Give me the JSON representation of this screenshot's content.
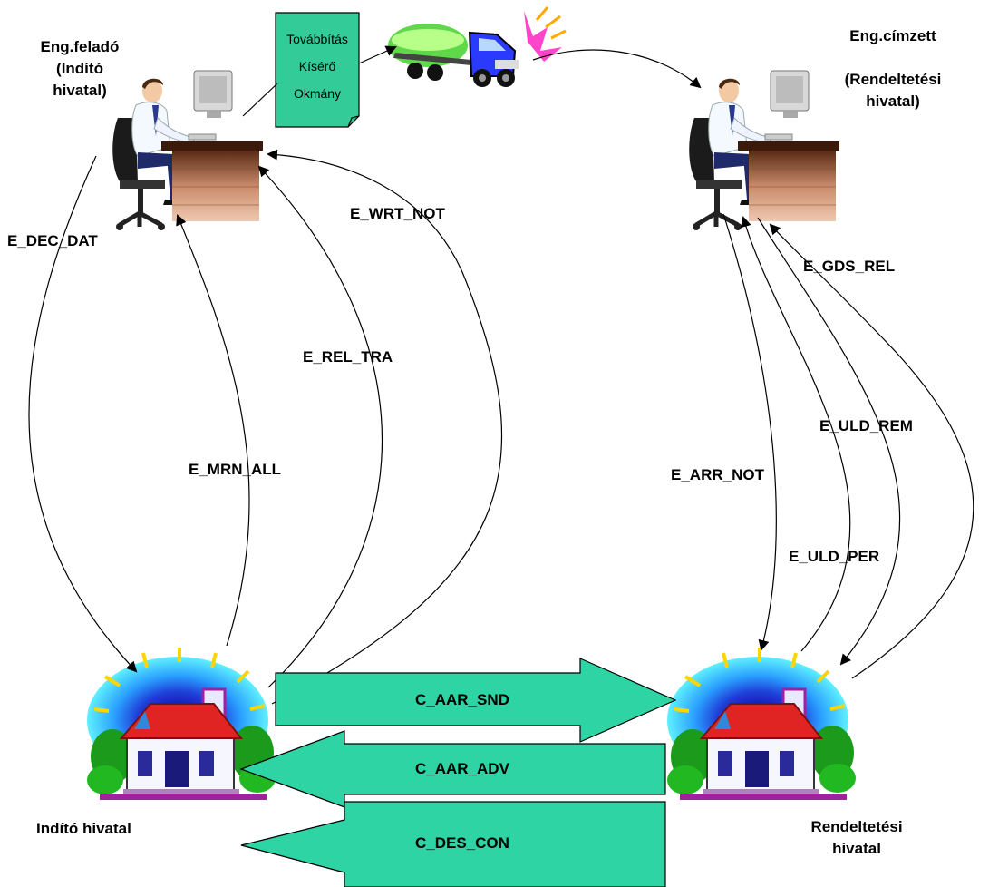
{
  "nodes": {
    "sender_trader": {
      "lines": [
        "Eng.feladó",
        "(Indító",
        "hivatal)"
      ]
    },
    "recipient_trader": {
      "lines": [
        "Eng.címzett",
        "",
        "(Rendeltetési",
        "hivatal)"
      ]
    },
    "departure_office": {
      "label": "Indító hivatal"
    },
    "destination_office": {
      "lines": [
        "Rendeltetési",
        "hivatal"
      ]
    }
  },
  "document": {
    "lines": [
      "Továbbítás",
      "Kísérő",
      "Okmány"
    ]
  },
  "messages": {
    "dec_dat": "E_DEC_DAT",
    "mrn_all": "E_MRN_ALL",
    "rel_tra": "E_REL_TRA",
    "wrt_not": "E_WRT_NOT",
    "gds_rel": "E_GDS_REL",
    "uld_rem": "E_ULD_REM",
    "arr_not": "E_ARR_NOT",
    "uld_per": "E_ULD_PER",
    "aar_snd": "C_AAR_SND",
    "aar_adv": "C_AAR_ADV",
    "des_con": "C_DES_CON"
  },
  "colors": {
    "arrow_fill": "#2ed4a4",
    "document_fill": "#33cc99",
    "line": "#000000"
  }
}
